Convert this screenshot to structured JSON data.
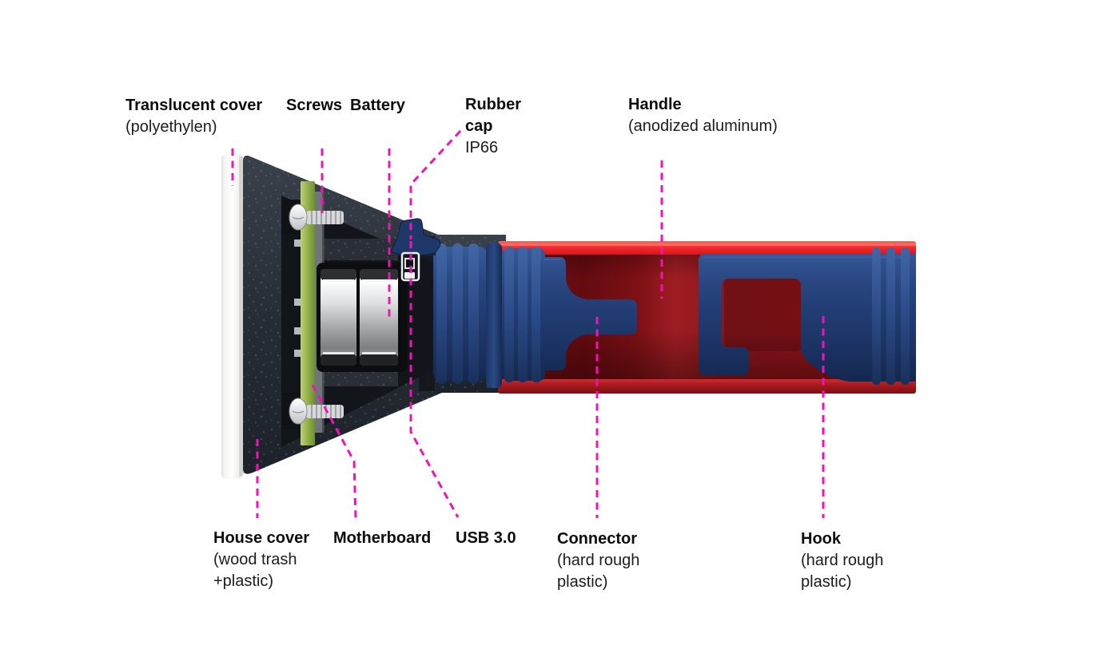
{
  "page": {
    "background": "#ffffff"
  },
  "colors": {
    "leader_line": "#f013b5",
    "label_text": "#111111",
    "house_cover_dark": "#2a3038",
    "handle_red": "#e9232b",
    "grip_blue": "#24407b",
    "pcb_green": "#93b04a",
    "battery_chrome": "#c9cacb",
    "cover_white": "#f4f4f2"
  },
  "labels": {
    "translucent_cover": {
      "title": "Translucent cover",
      "subtitle": "(polyethylen)"
    },
    "screws": {
      "title": "Screws"
    },
    "battery": {
      "title": "Battery"
    },
    "rubber_cap": {
      "title": "Rubber cap",
      "subtitle": "IP66"
    },
    "handle": {
      "title": "Handle",
      "subtitle": "(anodized aluminum)"
    },
    "house_cover": {
      "title": "House cover",
      "sub1": "(wood trash",
      "sub2": "+plastic)"
    },
    "motherboard": {
      "title": "Motherboard"
    },
    "usb": {
      "title": "USB 3.0"
    },
    "connector": {
      "title": "Connector",
      "sub1": "(hard rough",
      "sub2": "plastic)"
    },
    "hook": {
      "title": "Hook",
      "sub1": "(hard rough",
      "sub2": "plastic)"
    }
  }
}
